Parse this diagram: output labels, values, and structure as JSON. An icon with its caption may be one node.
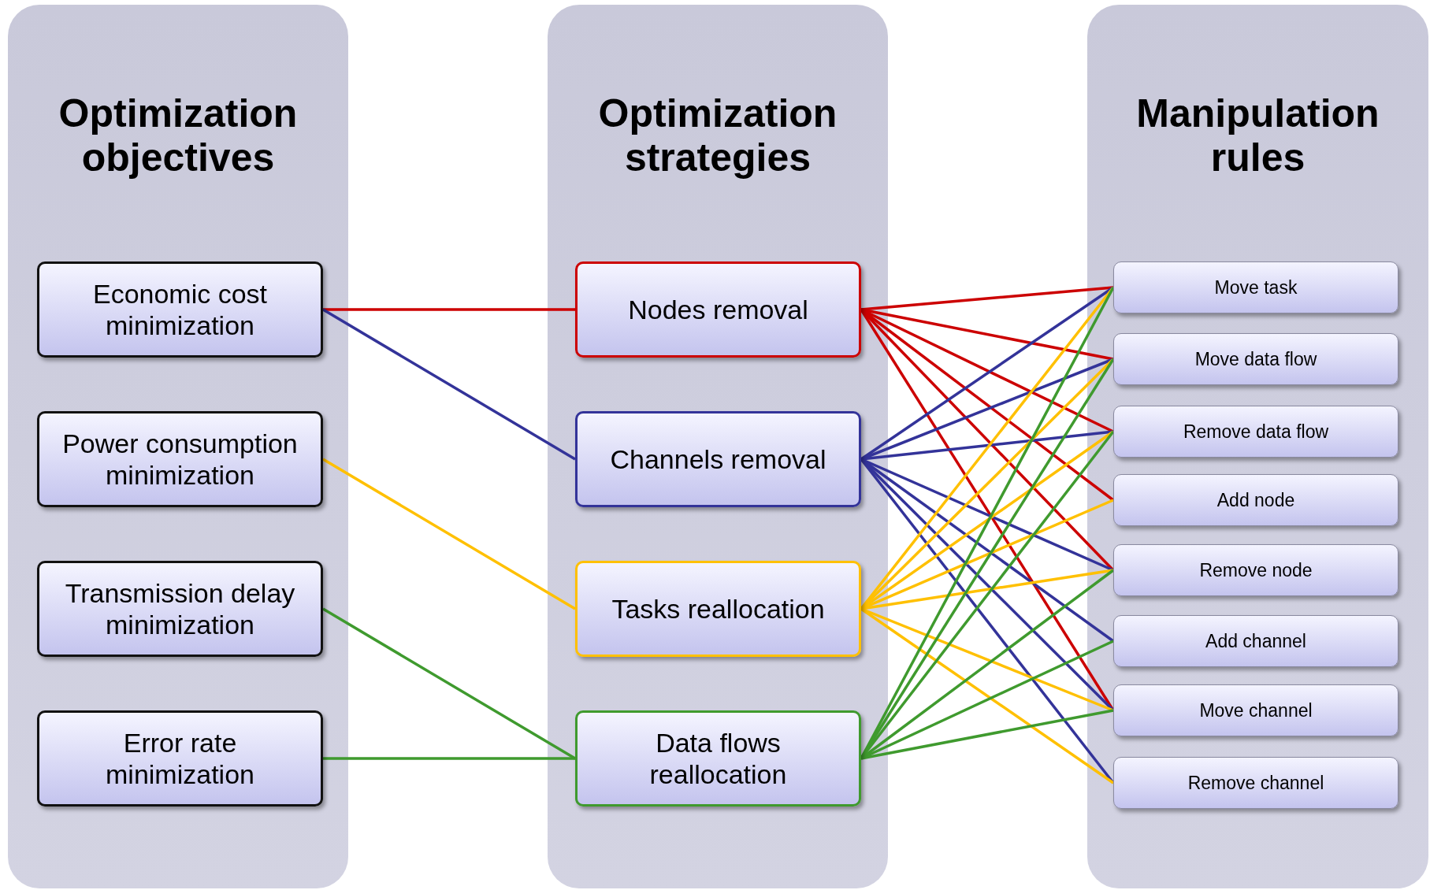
{
  "diagram": {
    "nodes": [
      {
        "text": [
          "Optimization objectives"
        ]
      },
      {
        "text": [
          "Economic cost minimization"
        ],
        "in": 0
      },
      {
        "text": [
          "Power consumption minimization"
        ],
        "in": 0
      },
      {
        "text": [
          "Transmission delay minimization"
        ],
        "in": 0
      },
      {
        "text": [
          "Error rate minimization"
        ],
        "in": 0
      },
      {
        "text": [
          "Optimization strategies"
        ]
      },
      {
        "text": [
          "Nodes removal"
        ],
        "in": 5
      },
      {
        "text": [
          "Channels removal"
        ],
        "in": 5
      },
      {
        "text": [
          "Tasks reallocation"
        ],
        "in": 5
      },
      {
        "text": [
          "Data flows reallocation"
        ],
        "in": 5
      },
      {
        "text": [
          "Manipulation rules"
        ]
      },
      {
        "text": [
          "Move task"
        ],
        "in": 10
      },
      {
        "text": [
          "Move data flow"
        ],
        "in": 10
      },
      {
        "text": [
          "Remove data flow"
        ],
        "in": 10
      },
      {
        "text": [
          "Add node"
        ],
        "in": 10
      },
      {
        "text": [
          "Remove node"
        ],
        "in": 10
      },
      {
        "text": [
          "Add channel"
        ],
        "in": 10
      },
      {
        "text": [
          "Move channel"
        ],
        "in": 10
      },
      {
        "text": [
          "Remove channel"
        ],
        "in": 10
      }
    ],
    "edges": [
      {
        "from": 1,
        "to": 6,
        "arrow": "none",
        "color": "#cc0000"
      },
      {
        "from": 1,
        "to": 7,
        "arrow": "none",
        "color": "#333399"
      },
      {
        "from": 2,
        "to": 8,
        "arrow": "none",
        "color": "#ffc000"
      },
      {
        "from": 3,
        "to": 9,
        "arrow": "none",
        "color": "#3f9a2e"
      },
      {
        "from": 4,
        "to": 9,
        "arrow": "none",
        "color": "#3f9a2e"
      },
      {
        "from": 6,
        "to": 11,
        "arrow": "none",
        "color": "#cc0000"
      },
      {
        "from": 6,
        "to": 12,
        "arrow": "none",
        "color": "#cc0000"
      },
      {
        "from": 6,
        "to": 13,
        "arrow": "none",
        "color": "#cc0000"
      },
      {
        "from": 6,
        "to": 14,
        "arrow": "none",
        "color": "#cc0000"
      },
      {
        "from": 6,
        "to": 15,
        "arrow": "none",
        "color": "#cc0000"
      },
      {
        "from": 6,
        "to": 17,
        "arrow": "none",
        "color": "#cc0000"
      },
      {
        "from": 7,
        "to": 11,
        "arrow": "none",
        "color": "#333399"
      },
      {
        "from": 7,
        "to": 12,
        "arrow": "none",
        "color": "#333399"
      },
      {
        "from": 7,
        "to": 13,
        "arrow": "none",
        "color": "#333399"
      },
      {
        "from": 7,
        "to": 15,
        "arrow": "none",
        "color": "#333399"
      },
      {
        "from": 7,
        "to": 16,
        "arrow": "none",
        "color": "#333399"
      },
      {
        "from": 7,
        "to": 17,
        "arrow": "none",
        "color": "#333399"
      },
      {
        "from": 7,
        "to": 18,
        "arrow": "none",
        "color": "#333399"
      },
      {
        "from": 8,
        "to": 11,
        "arrow": "none",
        "color": "#ffc000"
      },
      {
        "from": 8,
        "to": 12,
        "arrow": "none",
        "color": "#ffc000"
      },
      {
        "from": 8,
        "to": 13,
        "arrow": "none",
        "color": "#ffc000"
      },
      {
        "from": 8,
        "to": 14,
        "arrow": "none",
        "color": "#ffc000"
      },
      {
        "from": 8,
        "to": 15,
        "arrow": "none",
        "color": "#ffc000"
      },
      {
        "from": 8,
        "to": 17,
        "arrow": "none",
        "color": "#ffc000"
      },
      {
        "from": 8,
        "to": 18,
        "arrow": "none",
        "color": "#ffc000"
      },
      {
        "from": 9,
        "to": 11,
        "arrow": "none",
        "color": "#3f9a2e"
      },
      {
        "from": 9,
        "to": 12,
        "arrow": "none",
        "color": "#3f9a2e"
      },
      {
        "from": 9,
        "to": 13,
        "arrow": "none",
        "color": "#3f9a2e"
      },
      {
        "from": 9,
        "to": 15,
        "arrow": "none",
        "color": "#3f9a2e"
      },
      {
        "from": 9,
        "to": 16,
        "arrow": "none",
        "color": "#3f9a2e"
      },
      {
        "from": 9,
        "to": 17,
        "arrow": "none",
        "color": "#3f9a2e"
      }
    ]
  }
}
